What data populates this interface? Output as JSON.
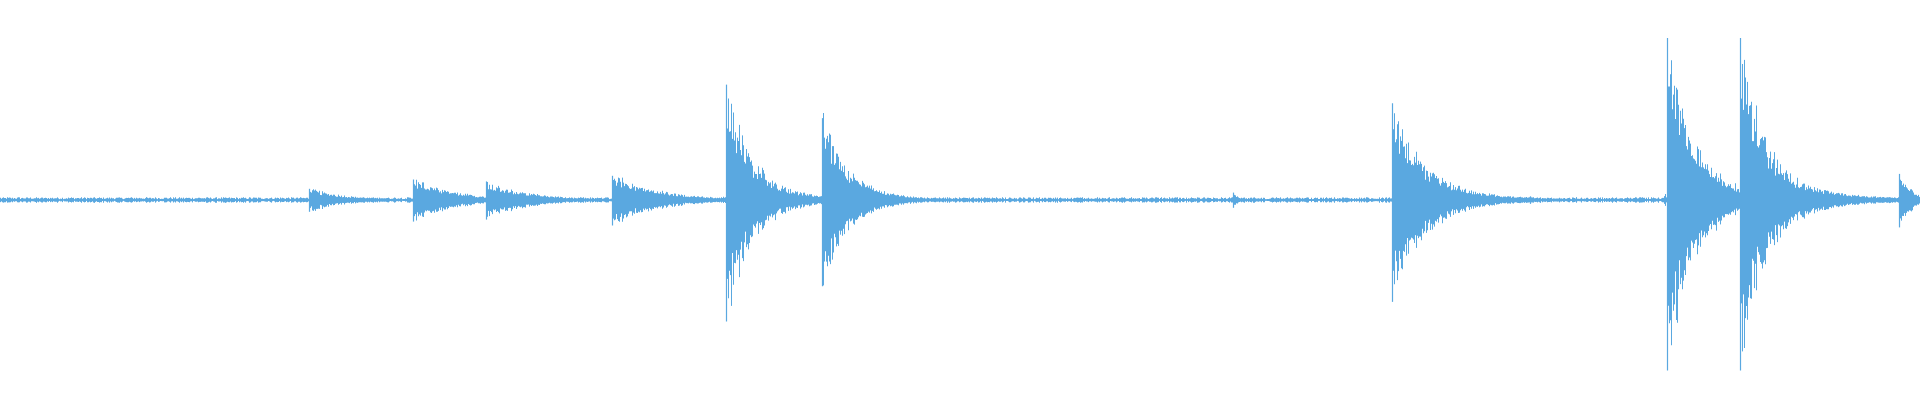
{
  "waveform": {
    "color": "#5aa8e0",
    "background": "#ffffff",
    "noise_floor": 0.01,
    "transients": [
      {
        "time": 0.161,
        "peak": 0.06,
        "decay": 0.018,
        "tail": 0.03
      },
      {
        "time": 0.215,
        "peak": 0.11,
        "decay": 0.02,
        "tail": 0.032
      },
      {
        "time": 0.253,
        "peak": 0.1,
        "decay": 0.02,
        "tail": 0.035
      },
      {
        "time": 0.319,
        "peak": 0.13,
        "decay": 0.022,
        "tail": 0.04
      },
      {
        "time": 0.378,
        "peak": 0.62,
        "decay": 0.012,
        "tail": 0.03
      },
      {
        "time": 0.428,
        "peak": 0.44,
        "decay": 0.012,
        "tail": 0.03
      },
      {
        "time": 0.642,
        "peak": 0.04,
        "decay": 0.003,
        "tail": 0.004
      },
      {
        "time": 0.725,
        "peak": 0.52,
        "decay": 0.015,
        "tail": 0.04
      },
      {
        "time": 0.797,
        "peak": 0.02,
        "decay": 0.002,
        "tail": 0.003
      },
      {
        "time": 0.868,
        "peak": 0.87,
        "decay": 0.012,
        "tail": 0.04
      },
      {
        "time": 0.906,
        "peak": 0.87,
        "decay": 0.012,
        "tail": 0.04
      },
      {
        "time": 0.989,
        "peak": 0.14,
        "decay": 0.006,
        "tail": 0.011
      }
    ]
  }
}
